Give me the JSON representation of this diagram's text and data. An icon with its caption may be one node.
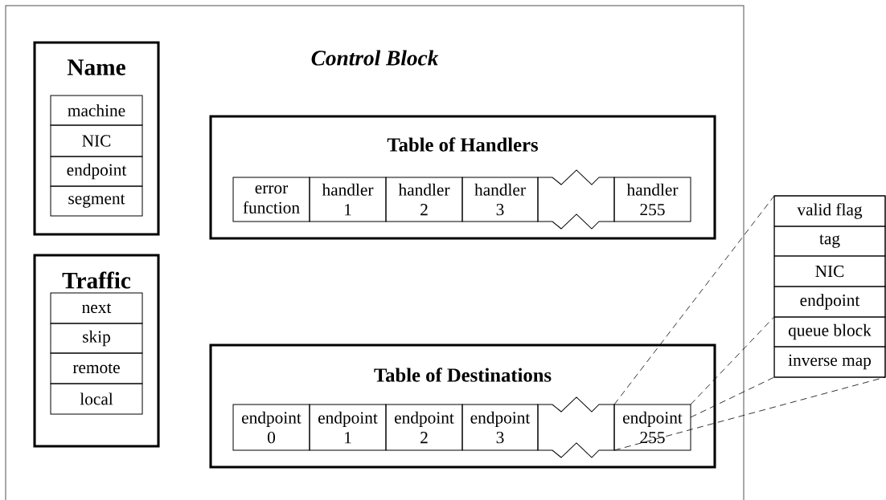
{
  "diagram": {
    "nodes": [
      {
        "text": [
          "Control Block"
        ]
      },
      {
        "text": [
          "Name"
        ],
        "in": 0
      },
      {
        "text": [
          "machine"
        ],
        "in": 1
      },
      {
        "text": [
          "NIC"
        ],
        "in": 1
      },
      {
        "text": [
          "endpoint"
        ],
        "in": 1
      },
      {
        "text": [
          "segment"
        ],
        "in": 1
      },
      {
        "text": [
          "Traffic"
        ],
        "in": 0
      },
      {
        "text": [
          "next"
        ],
        "in": 6
      },
      {
        "text": [
          "skip"
        ],
        "in": 6
      },
      {
        "text": [
          "remote"
        ],
        "in": 6
      },
      {
        "text": [
          "local"
        ],
        "in": 6
      },
      {
        "text": [
          "Table of Handlers"
        ],
        "in": 0
      },
      {
        "text": [
          "error function"
        ],
        "in": 11
      },
      {
        "text": [
          "handler 1"
        ],
        "in": 11
      },
      {
        "text": [
          "handler 2"
        ],
        "in": 11
      },
      {
        "text": [
          "handler 3"
        ],
        "in": 11
      },
      {
        "text": [],
        "shape": "box",
        "in": 11
      },
      {
        "text": [
          "handler 255"
        ],
        "in": 11
      },
      {
        "text": [
          "Table of Destinations"
        ],
        "in": 0
      },
      {
        "text": [
          "endpoint 0"
        ],
        "in": 18
      },
      {
        "text": [
          "endpoint 1"
        ],
        "in": 18
      },
      {
        "text": [
          "endpoint 2"
        ],
        "in": 18
      },
      {
        "text": [
          "endpoint 3"
        ],
        "in": 18
      },
      {
        "text": [],
        "shape": "box",
        "in": 18
      },
      {
        "text": [
          "endpoint 255"
        ],
        "in": 18
      },
      {
        "text": [],
        "shape": "box"
      },
      {
        "text": [
          "valid flag"
        ],
        "in": 25
      },
      {
        "text": [
          "tag"
        ],
        "in": 25
      },
      {
        "text": [
          "NIC"
        ],
        "in": 25
      },
      {
        "text": [
          "endpoint"
        ],
        "in": 25
      },
      {
        "text": [
          "queue block"
        ],
        "in": 25
      },
      {
        "text": [
          "inverse map"
        ],
        "in": 25
      }
    ],
    "edges": [
      {
        "from": 24,
        "to": 25,
        "arrow": "none",
        "style": "dashed"
      },
      {
        "from": 24,
        "to": 25,
        "arrow": "none",
        "style": "dashed"
      },
      {
        "from": 24,
        "to": 25,
        "arrow": "none",
        "style": "dashed"
      },
      {
        "from": 24,
        "to": 25,
        "arrow": "none",
        "style": "dashed"
      }
    ]
  }
}
